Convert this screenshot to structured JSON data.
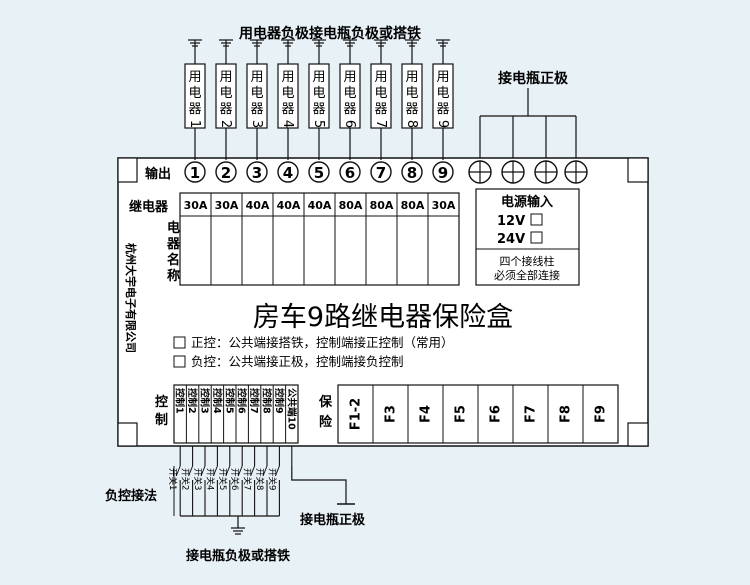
{
  "top_label": "用电器负极接电瓶负极或搭铁",
  "battery_pos_label_top": "接电瓶正极",
  "appliances": [
    "用电器1",
    "用电器2",
    "用电器3",
    "用电器4",
    "用电器5",
    "用电器6",
    "用电器7",
    "用电器8",
    "用电器9"
  ],
  "output_label": "输出",
  "outputs": [
    "1",
    "2",
    "3",
    "4",
    "5",
    "6",
    "7",
    "8",
    "9"
  ],
  "relay_label": "继电器",
  "relay_ratings": [
    "30A",
    "30A",
    "40A",
    "40A",
    "40A",
    "80A",
    "80A",
    "80A",
    "30A"
  ],
  "appliance_name_label": "电器名称",
  "power_input": {
    "title": "电源输入",
    "options": [
      "12V",
      "24V"
    ],
    "note_line1": "四个接线柱",
    "note_line2": "必须全部连接"
  },
  "company": "杭州大宇电子有限公司",
  "box_title": "房车9路继电器保险盒",
  "modes": [
    "正控：公共端接搭铁，控制端接正控制（常用）",
    "负控：公共端接正极，控制端接负控制"
  ],
  "control_label": "控制",
  "control_pins": [
    "控制1",
    "控制2",
    "控制3",
    "控制4",
    "控制5",
    "控制6",
    "控制7",
    "控制8",
    "控制9",
    "公共端10"
  ],
  "fuse_label": "保险",
  "fuses": [
    "F1-2",
    "F3",
    "F4",
    "F5",
    "F6",
    "F7",
    "F8",
    "F9"
  ],
  "switches": [
    "开关1",
    "开关2",
    "开关3",
    "开关4",
    "开关5",
    "开关6",
    "开关7",
    "开关8",
    "开关9"
  ],
  "negative_control_label": "负控接法",
  "battery_pos_label_bottom": "接电瓶正极",
  "battery_neg_label_bottom": "接电瓶负极或搭铁"
}
